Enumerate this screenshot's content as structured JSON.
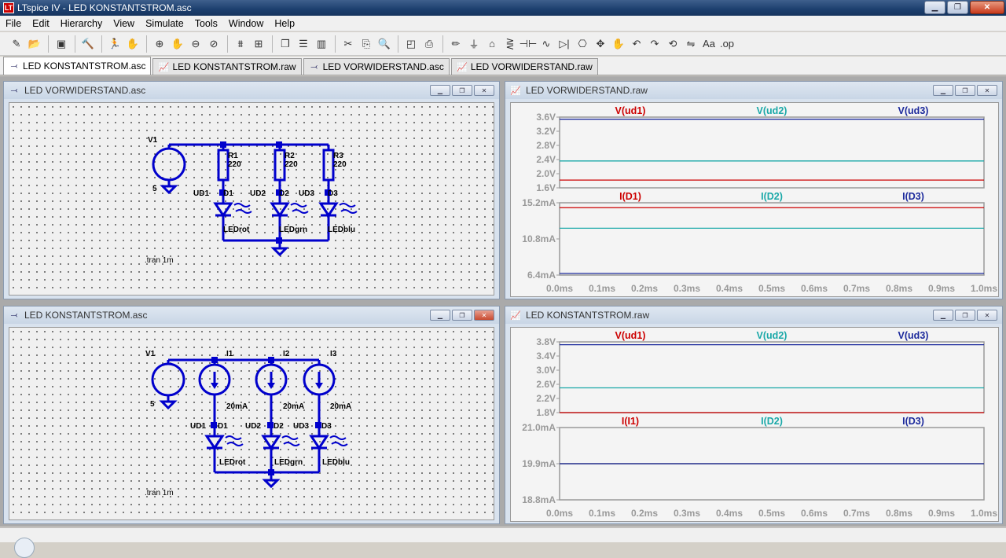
{
  "app": {
    "title": "LTspice IV - LED KONSTANTSTROM.asc",
    "icon_label": "LT",
    "window_buttons": [
      "▁",
      "❐",
      "✕"
    ]
  },
  "menu": [
    "File",
    "Edit",
    "Hierarchy",
    "View",
    "Simulate",
    "Tools",
    "Window",
    "Help"
  ],
  "toolbar": {
    "icons": [
      "new-schematic-icon",
      "open-icon",
      "sep",
      "save-icon",
      "sep",
      "control-panel-icon",
      "sep",
      "run-icon",
      "halt-icon",
      "sep",
      "zoom-in-icon",
      "pan-icon",
      "zoom-out-icon",
      "zoom-cancel-icon",
      "sep",
      "autorange-icon",
      "tile-icon",
      "sep",
      "cascade-icon",
      "tile-horizontal-icon",
      "tile-vertical-icon",
      "sep",
      "cut-icon",
      "copy-icon",
      "find-icon",
      "sep",
      "print-preview-icon",
      "print-icon",
      "sep",
      "draw-wire-icon",
      "ground-icon",
      "label-net-icon",
      "resistor-icon",
      "capacitor-icon",
      "inductor-icon",
      "diode-icon",
      "component-icon",
      "move-icon",
      "drag-icon",
      "undo-icon",
      "redo-icon",
      "rotate-icon",
      "mirror-icon",
      "text-icon",
      "spice-directive-icon"
    ],
    "glyphs": {
      "sep": "",
      "text-icon": "Aa",
      "spice-directive-icon": ".op",
      "zoom-in-icon": "⊕",
      "zoom-out-icon": "⊖",
      "cut-icon": "✂",
      "undo-icon": "↶",
      "redo-icon": "↷",
      "print-icon": "⎙",
      "save-icon": "▣",
      "run-icon": "🏃",
      "find-icon": "🔍",
      "diode-icon": "▷|",
      "ground-icon": "⏚",
      "capacitor-icon": "⊣⊢",
      "resistor-icon": "⋛",
      "inductor-icon": "∿",
      "drag-icon": "✋",
      "move-icon": "✥",
      "pan-icon": "✋",
      "new-schematic-icon": "✎",
      "open-icon": "📂",
      "control-panel-icon": "🔨",
      "halt-icon": "✋",
      "zoom-cancel-icon": "⊘",
      "autorange-icon": "⩩",
      "tile-icon": "⊞",
      "cascade-icon": "❐",
      "tile-horizontal-icon": "☰",
      "tile-vertical-icon": "▥",
      "copy-icon": "⎘",
      "print-preview-icon": "◰",
      "draw-wire-icon": "✏",
      "label-net-icon": "⌂",
      "component-icon": "⎔",
      "rotate-icon": "⟲",
      "mirror-icon": "⇋"
    }
  },
  "tabs": [
    {
      "label": "LED KONSTANTSTROM.asc",
      "type": "schematic",
      "active": true
    },
    {
      "label": "LED KONSTANTSTROM.raw",
      "type": "waveform",
      "active": false
    },
    {
      "label": "LED VORWIDERSTAND.asc",
      "type": "schematic",
      "active": false
    },
    {
      "label": "LED VORWIDERSTAND.raw",
      "type": "waveform",
      "active": false
    }
  ],
  "windows": {
    "sch1": {
      "title": "LED VORWIDERSTAND.asc"
    },
    "wave1": {
      "title": "LED VORWIDERSTAND.raw"
    },
    "sch2": {
      "title": "LED KONSTANTSTROM.asc"
    },
    "wave2": {
      "title": "LED KONSTANTSTROM.raw"
    }
  },
  "schematic1": {
    "source": {
      "name": "V1",
      "value": "5"
    },
    "branches": [
      {
        "res": "R1",
        "val": "220",
        "ud": "UD1",
        "d": "D1",
        "model": "LEDrot"
      },
      {
        "res": "R2",
        "val": "220",
        "ud": "UD2",
        "d": "D2",
        "model": "LEDgrn"
      },
      {
        "res": "R3",
        "val": "220",
        "ud": "UD3",
        "d": "D3",
        "model": "LEDblu"
      }
    ],
    "directive": ".tran 1m"
  },
  "schematic2": {
    "source": {
      "name": "V1",
      "value": "5"
    },
    "branches": [
      {
        "src": "I1",
        "val": "20mA",
        "ud": "UD1",
        "d": "D1",
        "model": "LEDrot"
      },
      {
        "src": "I2",
        "val": "20mA",
        "ud": "UD2",
        "d": "D2",
        "model": "LEDgrn"
      },
      {
        "src": "I3",
        "val": "20mA",
        "ud": "UD3",
        "d": "D3",
        "model": "LEDblu"
      }
    ],
    "directive": ".tran 1m"
  },
  "colors": {
    "red": "#cc0000",
    "teal": "#1aa8a8",
    "blue": "#1c2a9c",
    "wire": "#0000cc",
    "axis": "#9a9a9a"
  },
  "chart_data": [
    {
      "type": "line",
      "title": "LED VORWIDERSTAND.raw",
      "panes": [
        {
          "yticks": [
            "3.6V",
            "3.2V",
            "2.8V",
            "2.4V",
            "2.0V",
            "1.6V"
          ],
          "ylim": [
            1.6,
            3.6
          ],
          "series": [
            {
              "name": "V(ud1)",
              "color": "red",
              "value": 1.82
            },
            {
              "name": "V(ud2)",
              "color": "teal",
              "value": 2.36
            },
            {
              "name": "V(ud3)",
              "color": "blue",
              "value": 3.54
            }
          ]
        },
        {
          "yticks": [
            "15.2mA",
            "10.8mA",
            "6.4mA"
          ],
          "ylim": [
            6.4,
            15.2
          ],
          "series": [
            {
              "name": "I(D1)",
              "color": "red",
              "value": 14.6
            },
            {
              "name": "I(D2)",
              "color": "teal",
              "value": 12.1
            },
            {
              "name": "I(D3)",
              "color": "blue",
              "value": 6.6
            }
          ]
        }
      ],
      "xticks": [
        "0.0ms",
        "0.1ms",
        "0.2ms",
        "0.3ms",
        "0.4ms",
        "0.5ms",
        "0.6ms",
        "0.7ms",
        "0.8ms",
        "0.9ms",
        "1.0ms"
      ]
    },
    {
      "type": "line",
      "title": "LED KONSTANTSTROM.raw",
      "panes": [
        {
          "yticks": [
            "3.8V",
            "3.4V",
            "3.0V",
            "2.6V",
            "2.2V",
            "1.8V"
          ],
          "ylim": [
            1.8,
            3.8
          ],
          "series": [
            {
              "name": "V(ud1)",
              "color": "red",
              "value": 1.8
            },
            {
              "name": "V(ud2)",
              "color": "teal",
              "value": 2.5
            },
            {
              "name": "V(ud3)",
              "color": "blue",
              "value": 3.72
            }
          ]
        },
        {
          "yticks": [
            "21.0mA",
            "19.9mA",
            "18.8mA"
          ],
          "ylim": [
            18.8,
            21.0
          ],
          "series": [
            {
              "name": "I(I1)",
              "color": "red",
              "value": 19.9
            },
            {
              "name": "I(D2)",
              "color": "teal",
              "value": 19.9
            },
            {
              "name": "I(D3)",
              "color": "blue",
              "value": 19.9
            }
          ]
        }
      ],
      "xticks": [
        "0.0ms",
        "0.1ms",
        "0.2ms",
        "0.3ms",
        "0.4ms",
        "0.5ms",
        "0.6ms",
        "0.7ms",
        "0.8ms",
        "0.9ms",
        "1.0ms"
      ]
    }
  ]
}
